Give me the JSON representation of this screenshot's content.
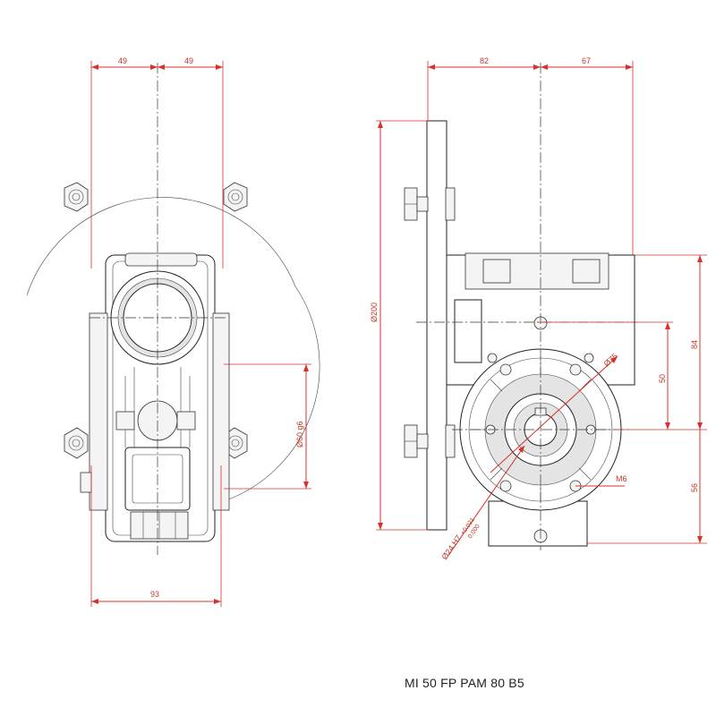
{
  "caption": "MI 50 FP PAM 80 B5",
  "left_view": {
    "dim_top_left": "49",
    "dim_top_right": "49",
    "dim_bottom": "93",
    "dim_shaft_dia": "Ø60 g6"
  },
  "right_view": {
    "dim_top_left": "82",
    "dim_top_right": "67",
    "dim_flange_dia": "Ø200",
    "dim_bore_dia": "Ø75",
    "dim_50": "50",
    "dim_84": "84",
    "dim_56": "56",
    "dim_thread": "M6",
    "dim_hollow_shaft": "Ø24 H7 (+0.021 / 0.000)",
    "tol_upper": "+0.021",
    "tol_lower": "0.000"
  },
  "colors": {
    "dimension": "#d8302a",
    "outline": "#222222"
  }
}
